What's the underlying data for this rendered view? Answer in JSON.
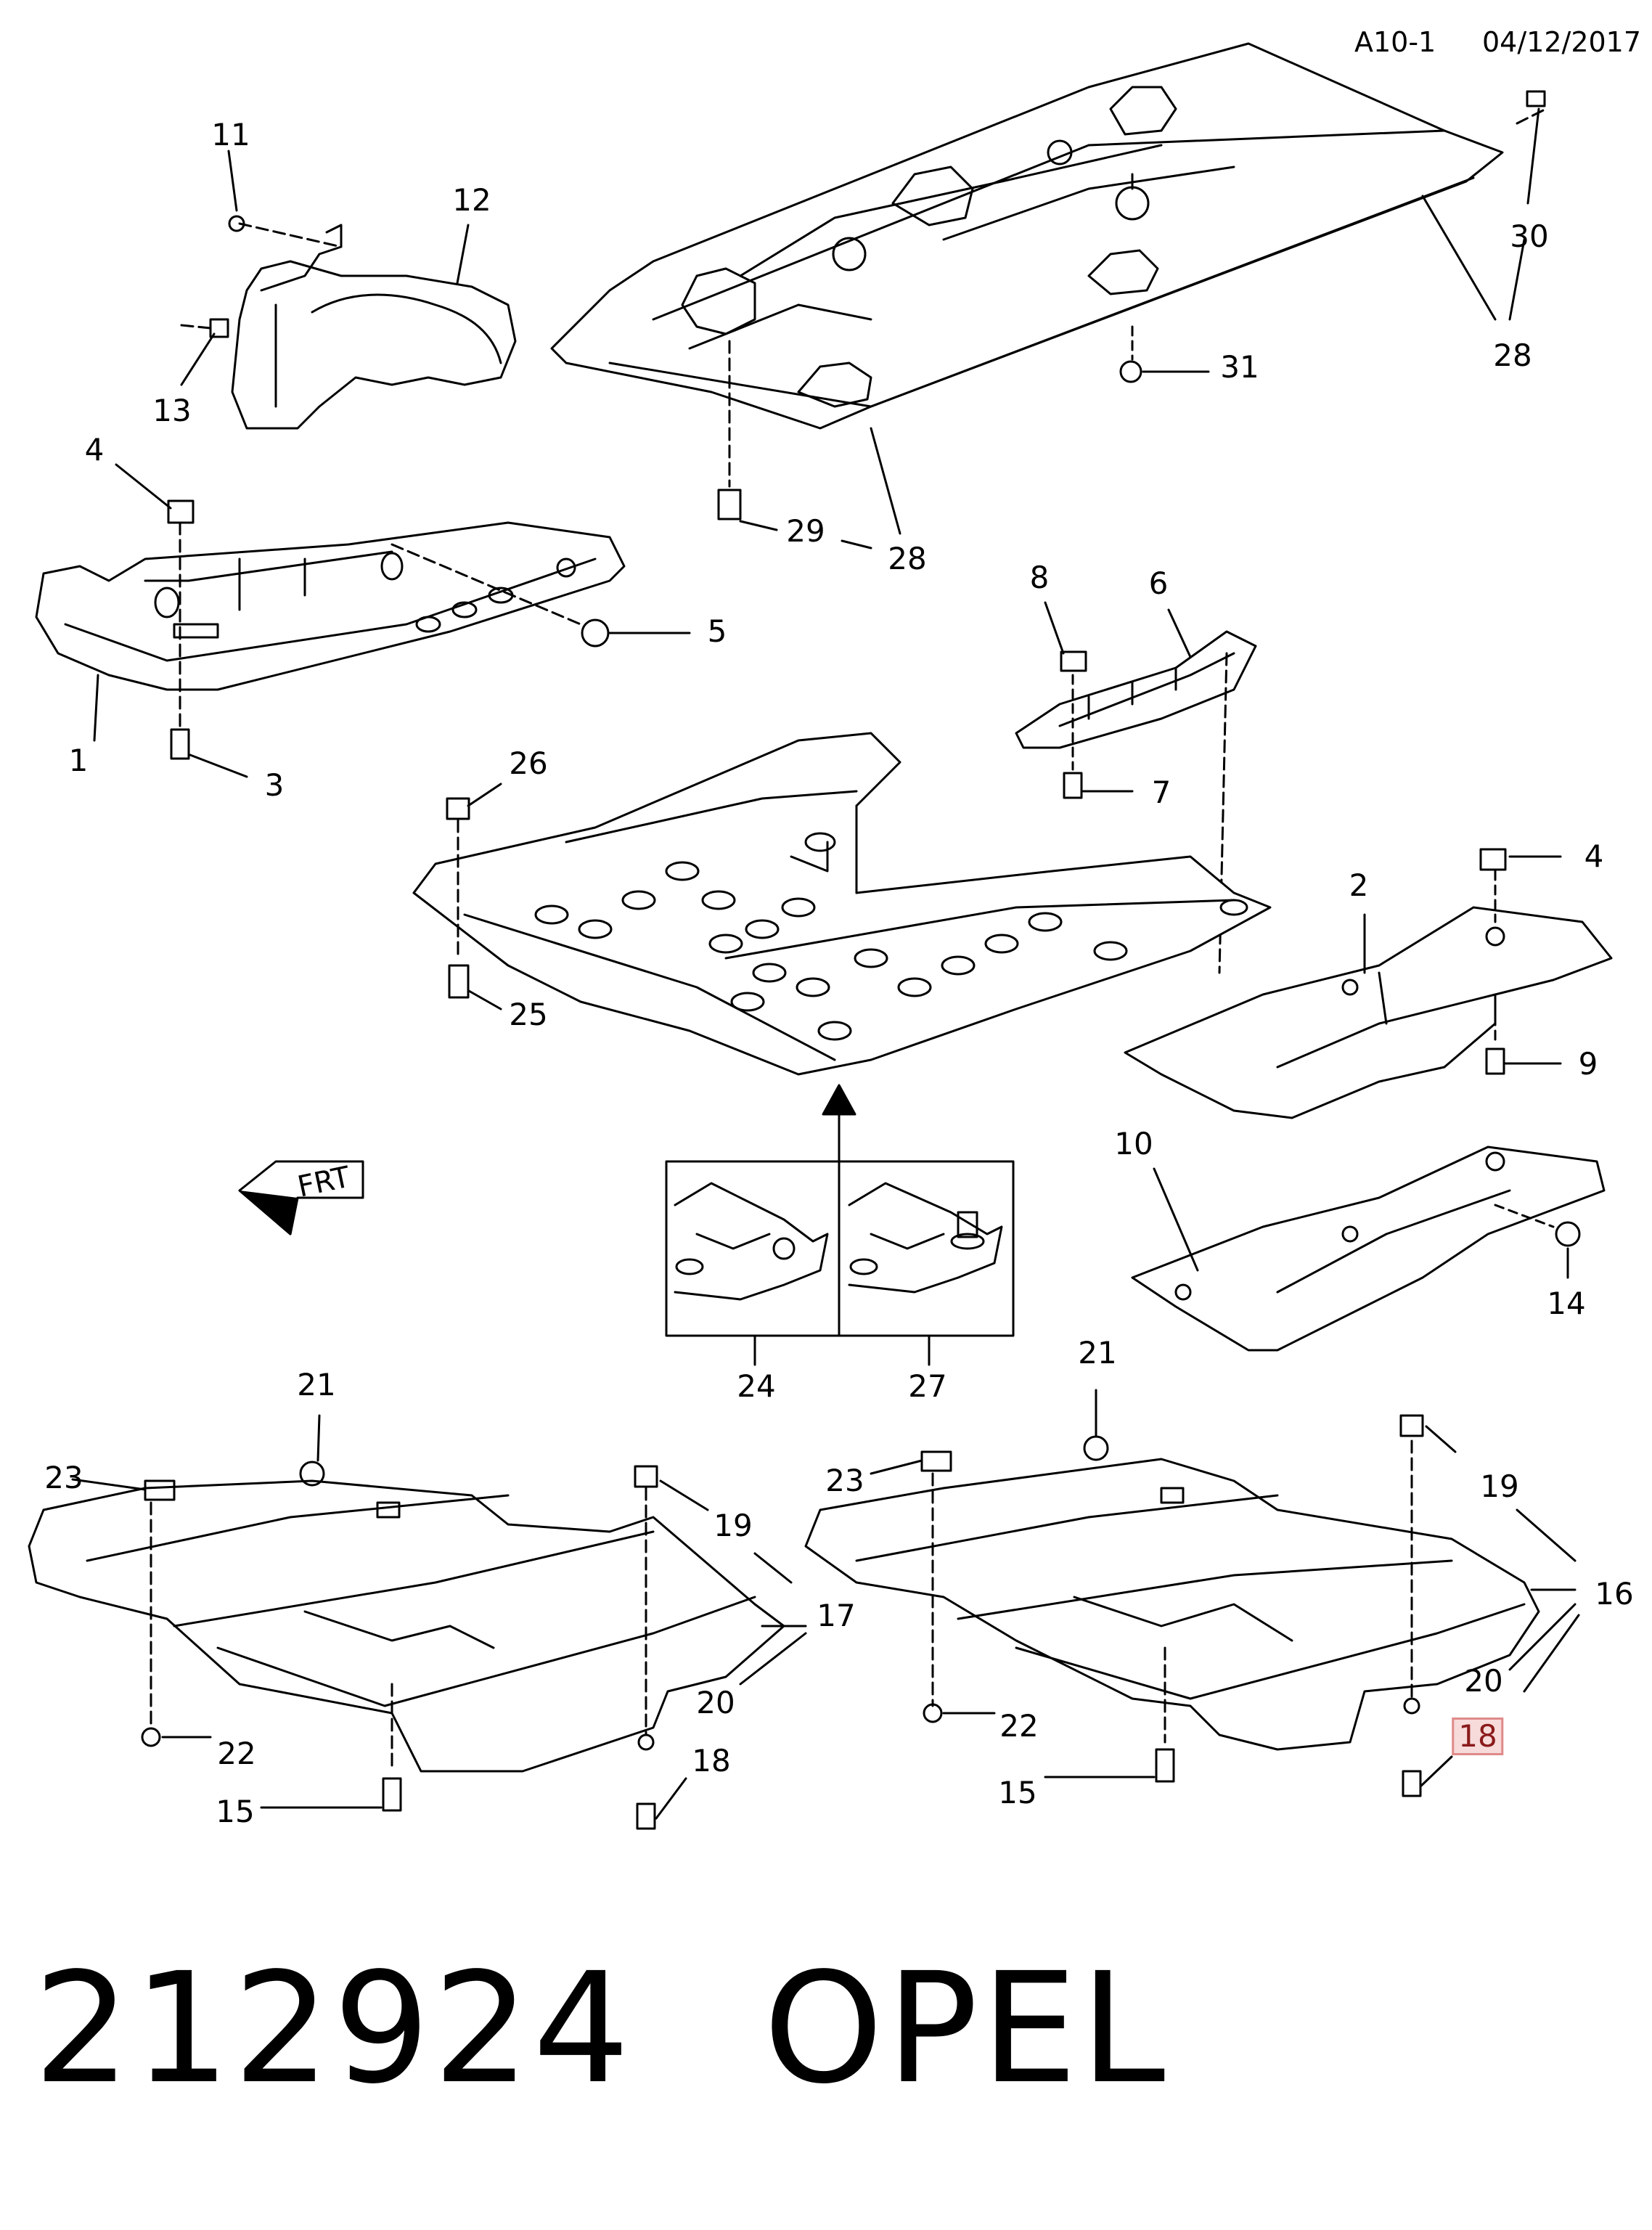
{
  "header": {
    "page_ref": "A10-1",
    "date": "04/12/2017"
  },
  "orientation_arrow": {
    "label": "FRT"
  },
  "callouts": {
    "c11": "11",
    "c12": "12",
    "c13": "13",
    "c28a": "28",
    "c28b": "28",
    "c29": "29",
    "c30": "30",
    "c31": "31",
    "c4a": "4",
    "c5": "5",
    "c1": "1",
    "c3": "3",
    "c8": "8",
    "c6": "6",
    "c7": "7",
    "c26": "26",
    "c25": "25",
    "c4b": "4",
    "c2": "2",
    "c9": "9",
    "c10": "10",
    "c14": "14",
    "c24": "24",
    "c27": "27",
    "c21a": "21",
    "c23a": "23",
    "c19a": "19",
    "c17": "17",
    "c20a": "20",
    "c22a": "22",
    "c18a": "18",
    "c15a": "15",
    "c21b": "21",
    "c23b": "23",
    "c19b": "19",
    "c16": "16",
    "c20b": "20",
    "c18b": "18",
    "c22b": "22",
    "c15b": "15"
  },
  "footer": {
    "part_number": "212924",
    "brand": "OPEL"
  },
  "colors": {
    "line": "#000000",
    "highlight_fill": "#f7dada",
    "highlight_border": "#e08a8a"
  }
}
